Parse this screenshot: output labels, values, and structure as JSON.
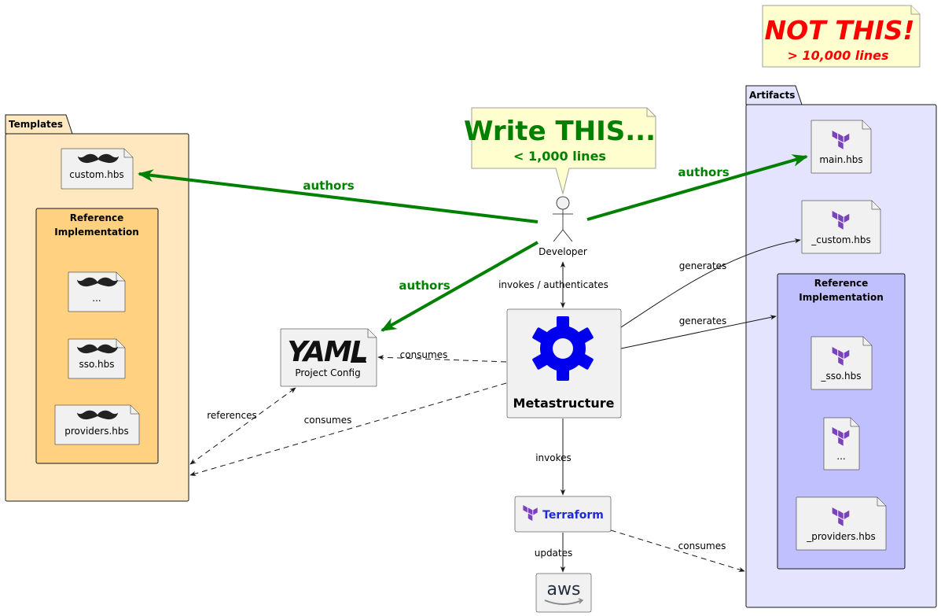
{
  "note_not_this": {
    "title": "NOT THIS!",
    "subtitle": "> 10,000 lines"
  },
  "note_write_this": {
    "title": "Write THIS...",
    "subtitle": "< 1,000 lines"
  },
  "templates": {
    "title": "Templates",
    "custom_file": "custom.hbs",
    "reference": {
      "title_line1": "Reference",
      "title_line2": "Implementation",
      "files": [
        "...",
        "sso.hbs",
        "providers.hbs"
      ]
    }
  },
  "artifacts": {
    "title": "Artifacts",
    "main_file": "main.hbs",
    "custom_file": "_custom.hbs",
    "reference": {
      "title_line1": "Reference",
      "title_line2": "Implementation",
      "files": [
        "_sso.hbs",
        "...",
        "_providers.hbs"
      ]
    }
  },
  "developer": {
    "label": "Developer"
  },
  "metastructure": {
    "label": "Metastructure"
  },
  "project_config": {
    "logo_text": "YAML",
    "label": "Project Config"
  },
  "terraform": {
    "label": "Terraform"
  },
  "aws": {
    "label": "aws"
  },
  "edges": {
    "authors_templates": "authors",
    "authors_artifacts": "authors",
    "authors_config": "authors",
    "invokes_authenticates": "invokes / authenticates",
    "consumes_config": "consumes",
    "consumes_templates": "consumes",
    "references": "references",
    "generates_custom": "generates",
    "generates_reference": "generates",
    "invokes_terraform": "invokes",
    "updates_aws": "updates",
    "consumes_artifacts": "consumes"
  },
  "colors": {
    "green": "#008000",
    "red": "#ff0000",
    "note_bg": "#fefece",
    "templates_bg": "#ffe8c0",
    "templates_ref_bg": "#ffd180",
    "artifacts_bg": "#e4e4ff",
    "artifacts_ref_bg": "#c0c0ff",
    "terraform_purple": "#7b42bc",
    "gear_blue": "#0000ee"
  }
}
